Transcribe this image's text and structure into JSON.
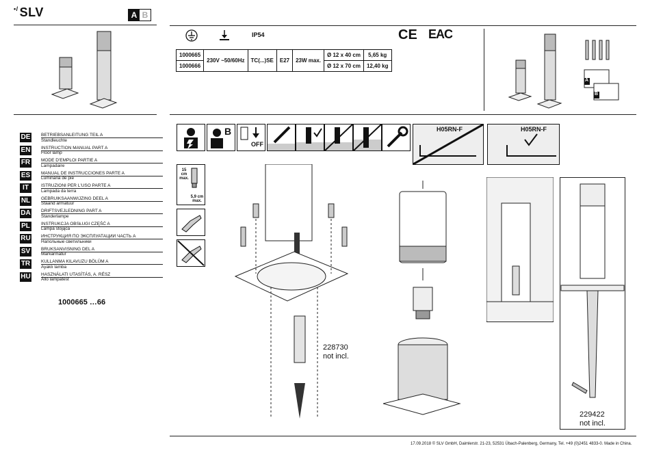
{
  "brand": {
    "logo_text": "SLV"
  },
  "part_indicator": {
    "active": "A",
    "inactive": "B"
  },
  "specs": {
    "ip_rating": "IP54",
    "certifications": [
      "CE",
      "EAC"
    ],
    "rows": [
      {
        "article": "1000665",
        "dimensions": "Ø 12 x 40 cm",
        "weight": "5,65 kg"
      },
      {
        "article": "1000666",
        "dimensions": "Ø 12 x 70 cm",
        "weight": "12,40 kg"
      }
    ],
    "voltage": "230V ~50/60Hz",
    "lamp_type": "TC(...)SE",
    "socket": "E27",
    "wattage": "23W max."
  },
  "languages": [
    {
      "code": "DE",
      "title": "BETRIEBSANLEITUNG TEIL A",
      "subtitle": "Standleuchte"
    },
    {
      "code": "EN",
      "title": "INSTRUCTION MANUAL PART A",
      "subtitle": "Floor lamp"
    },
    {
      "code": "FR",
      "title": "MODE D'EMPLOI PARTIE A",
      "subtitle": "Lampadaire"
    },
    {
      "code": "ES",
      "title": "MANUAL DE INSTRUCCIONES PARTE A",
      "subtitle": "Luminaria de pie"
    },
    {
      "code": "IT",
      "title": "ISTRUZIONI PER L'USO PARTE A",
      "subtitle": "Lampada da terra"
    },
    {
      "code": "NL",
      "title": "GEBRUIKSAANWIJZING DEEL A",
      "subtitle": "Staand armatuur"
    },
    {
      "code": "DA",
      "title": "DRIFTSVEJLEDNING PART A",
      "subtitle": "Standerlampe"
    },
    {
      "code": "PL",
      "title": "INSTRUKCJA OBSŁUGI CZĘŚĆ A",
      "subtitle": "Lampa stojąca"
    },
    {
      "code": "RU",
      "title": "ИНСТРУКЦИЯ ПО ЭКСПЛУАТАЦИИ ЧАСТЬ А",
      "subtitle": "Напольные светильники"
    },
    {
      "code": "SV",
      "title": "BRUKSANVISNING DEL A",
      "subtitle": "Markarmatur"
    },
    {
      "code": "TR",
      "title": "KULLANMA KILAVUZU BÖLÜM A",
      "subtitle": "Ayaklı lamba"
    },
    {
      "code": "HU",
      "title": "HASZNÁLATI UTASÍTÁS, A. RÉSZ",
      "subtitle": "Álló lámpatest"
    }
  ],
  "article_range": "1000665 …66",
  "icons": {
    "off_label": "OFF",
    "cable_1": "H05RN-F",
    "cable_2": "H05RN-F",
    "part_b_letter": "B",
    "part_a_letter": "A",
    "lamp_dim_top": "15 cm max.",
    "lamp_dim_bottom": "5,9 cm max."
  },
  "accessories": [
    {
      "number": "228730",
      "note": "not incl."
    },
    {
      "number": "229422",
      "note": "not incl."
    }
  ],
  "footer": "17.09.2018 © SLV GmbH, Daimlerstr. 21-23, 52531 Übach-Palenberg, Germany, Tel. +49 (0)2451 4833-0. Made in China."
}
